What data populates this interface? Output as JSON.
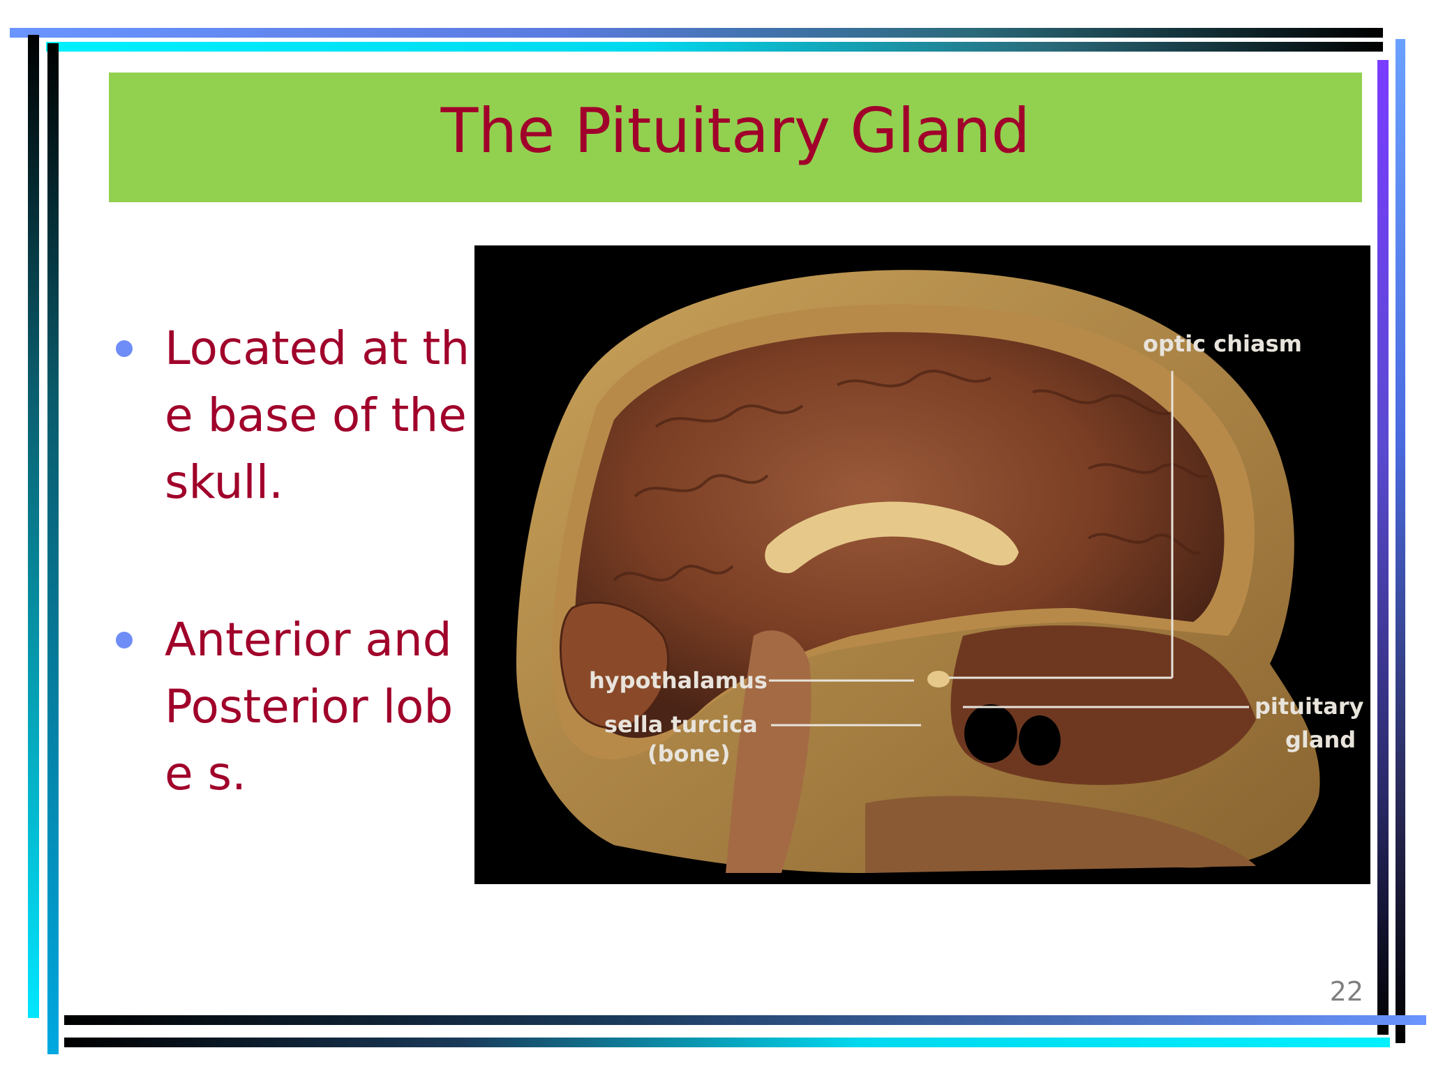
{
  "slide": {
    "title": "The Pituitary Gland",
    "page_number": "22"
  },
  "bullets": [
    {
      "text": "Located at the base of the skull."
    },
    {
      "text": "Anterior and Posterior lobe s."
    }
  ],
  "image": {
    "labels": {
      "optic_chiasm": "optic chiasm",
      "hypothalamus": "hypothalamus",
      "sella_turcica": "sella turcica",
      "sella_turcica_sub": "(bone)",
      "pituitary": "pituitary",
      "gland": "gland"
    }
  },
  "colors": {
    "title_banner": "#92d050",
    "title_text": "#a0002a",
    "bullet_text": "#a0002a",
    "bullet_dot": "#6f8df6",
    "page_number": "#7f7f7f"
  }
}
